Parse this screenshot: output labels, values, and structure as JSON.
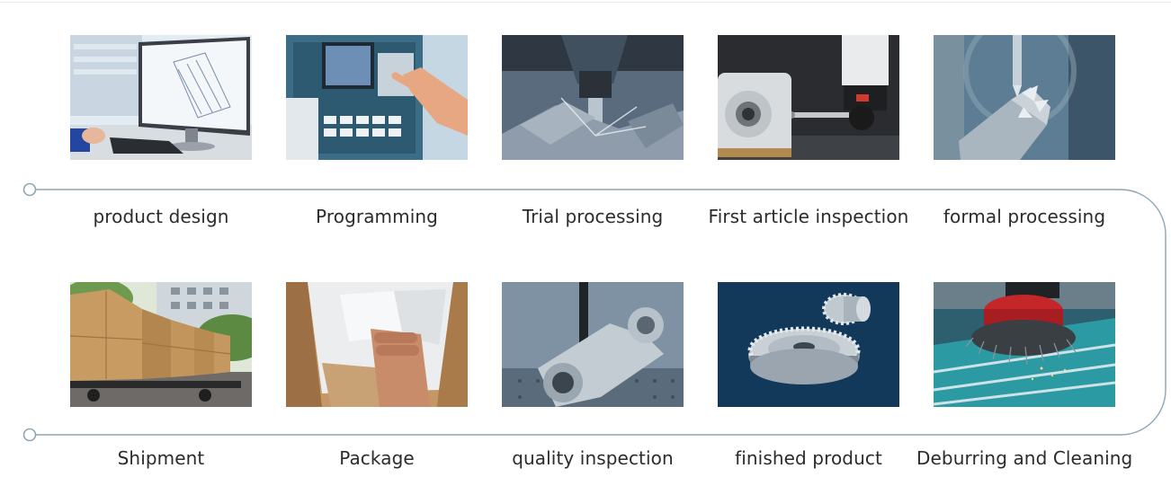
{
  "process": {
    "top_row": [
      {
        "label": "product design",
        "icon": "design-monitor-icon"
      },
      {
        "label": "Programming",
        "icon": "cnc-control-panel-icon"
      },
      {
        "label": "Trial processing",
        "icon": "milling-spindle-icon"
      },
      {
        "label": "First article inspection",
        "icon": "measuring-probe-icon"
      },
      {
        "label": "formal processing",
        "icon": "machining-tool-icon"
      }
    ],
    "bottom_row": [
      {
        "label": "Shipment",
        "icon": "shipping-crates-icon"
      },
      {
        "label": "Package",
        "icon": "packing-box-icon"
      },
      {
        "label": "quality inspection",
        "icon": "quality-probe-icon"
      },
      {
        "label": "finished product",
        "icon": "bevel-gears-icon"
      },
      {
        "label": "Deburring and Cleaning",
        "icon": "wire-brush-icon"
      }
    ]
  },
  "colors": {
    "flow_line": "#8fa6b4",
    "label_text": "#2b2b2b",
    "background": "#ffffff"
  }
}
